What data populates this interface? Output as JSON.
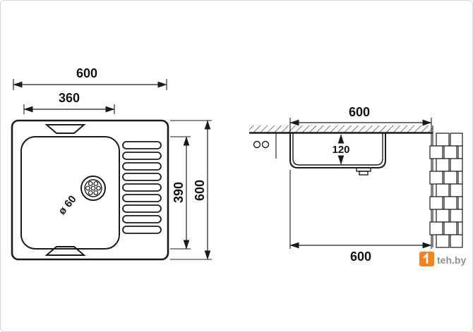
{
  "colors": {
    "line": "#1a1a1a",
    "accent_orange": "#f5821f",
    "watermark_text": "#8f8f8f"
  },
  "top_view": {
    "width_outer": "600",
    "width_inner": "360",
    "height_inner": "390",
    "height_outer": "600",
    "drain_diameter": "ø 60"
  },
  "side_view": {
    "width_top": "600",
    "depth": "120",
    "width_bottom": "600"
  },
  "watermark": {
    "label": "teh.by"
  }
}
